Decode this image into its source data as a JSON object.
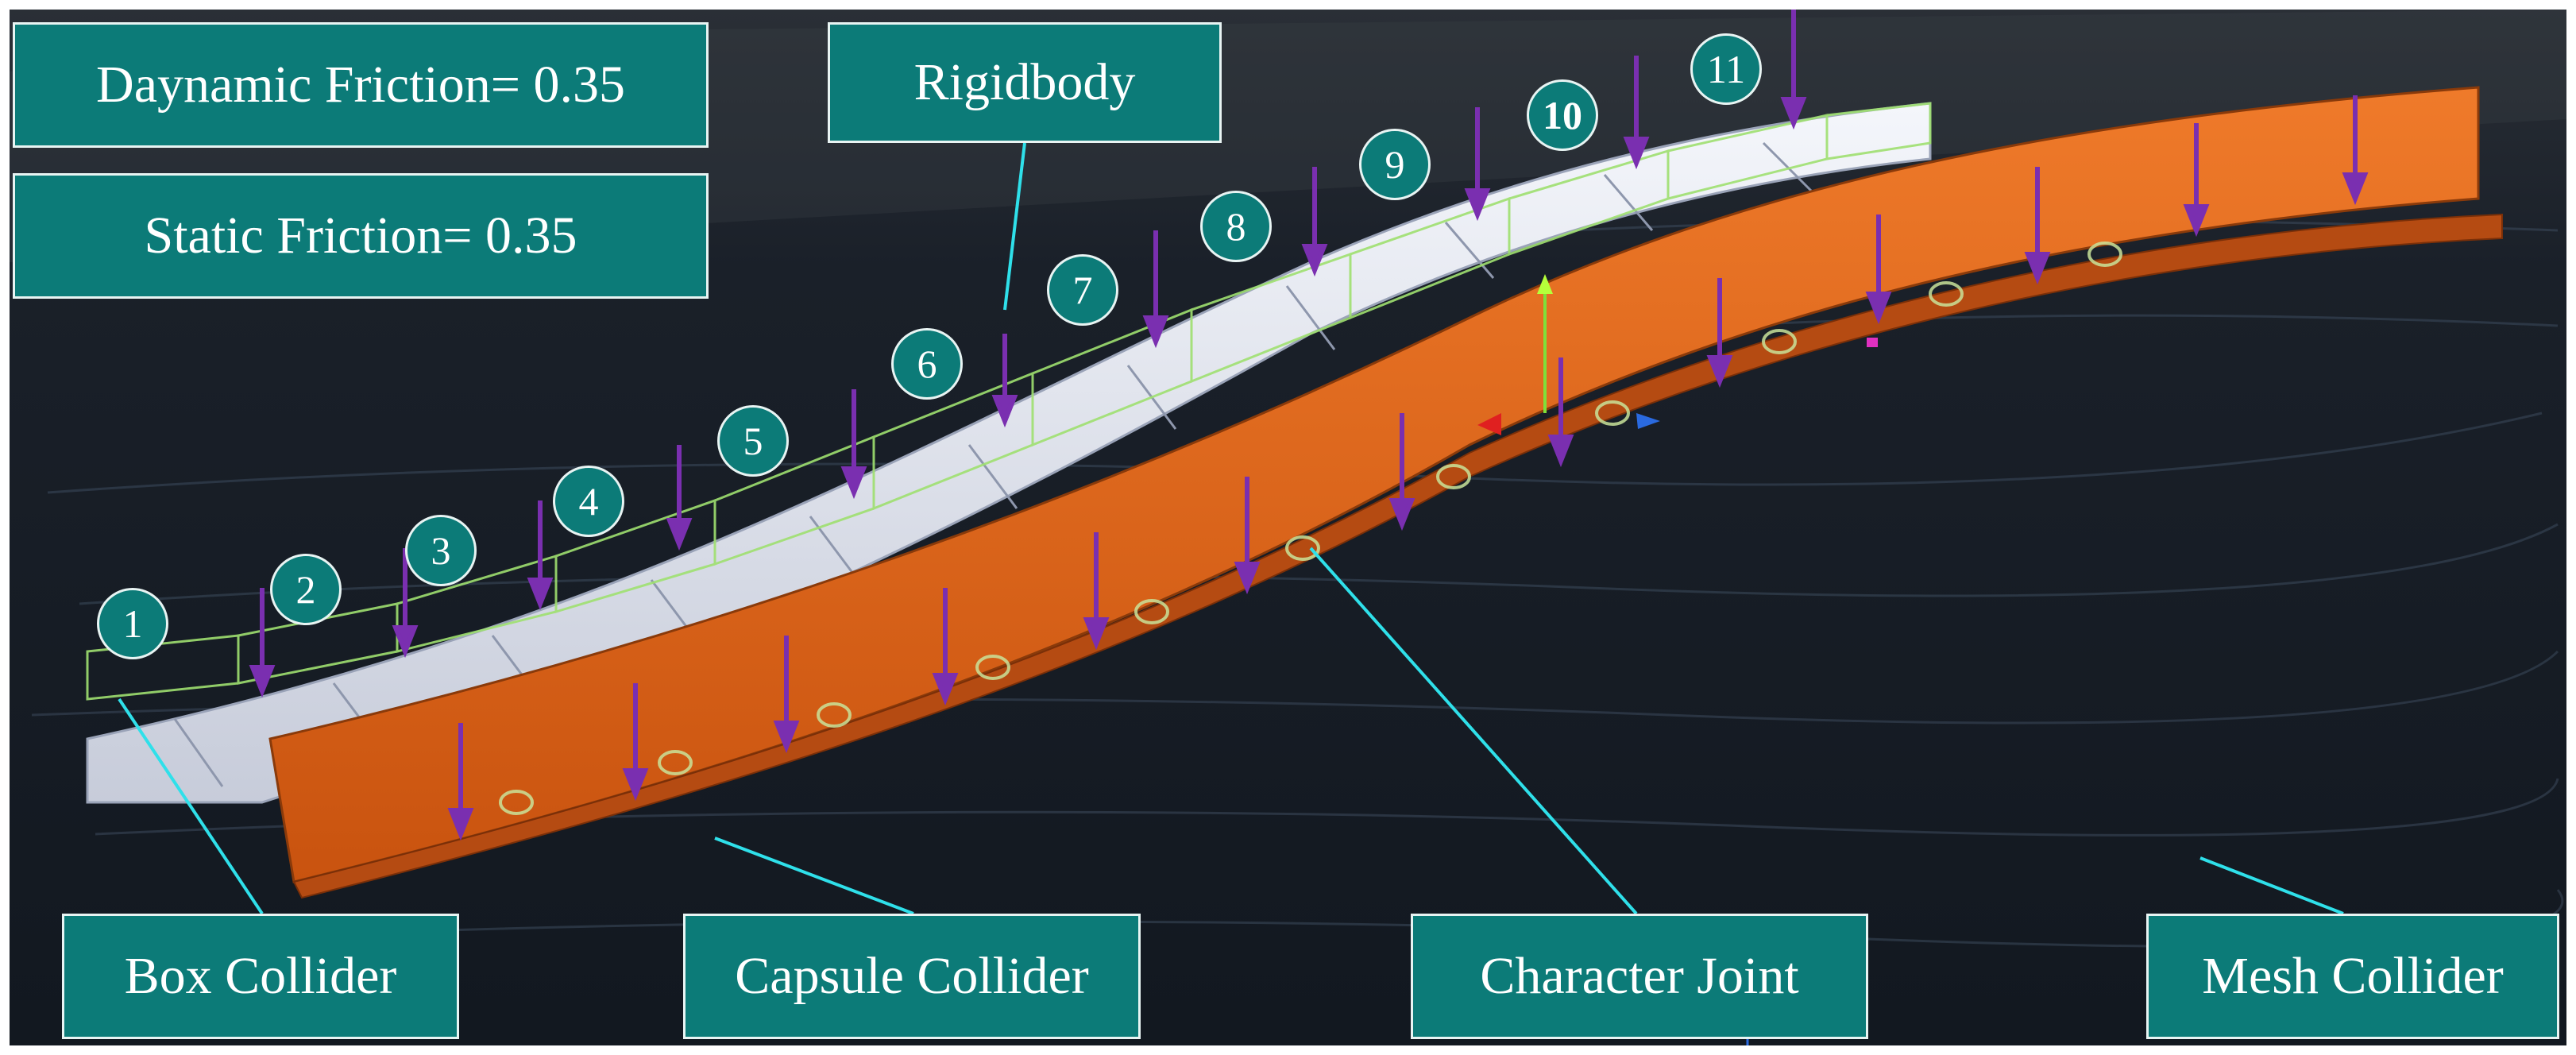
{
  "labels": {
    "dynamic_friction": "Daynamic Friction= 0.35",
    "static_friction": "Static Friction= 0.35",
    "rigidbody": "Rigidbody",
    "box_collider": "Box Collider",
    "capsule_collider": "Capsule Collider",
    "character_joint": "Character Joint",
    "mesh_collider": "Mesh Collider"
  },
  "segments": [
    "1",
    "2",
    "3",
    "4",
    "5",
    "6",
    "7",
    "8",
    "9",
    "10",
    "11"
  ],
  "colors": {
    "label_fill": "#0c7b78",
    "label_border": "#e8f4f3",
    "leader_line": "#2fe0ea",
    "force_arrow": "#7a2fb0",
    "capsule_collider": "#e0641a",
    "box_collider": "#9fe070",
    "background": "#151a22"
  }
}
